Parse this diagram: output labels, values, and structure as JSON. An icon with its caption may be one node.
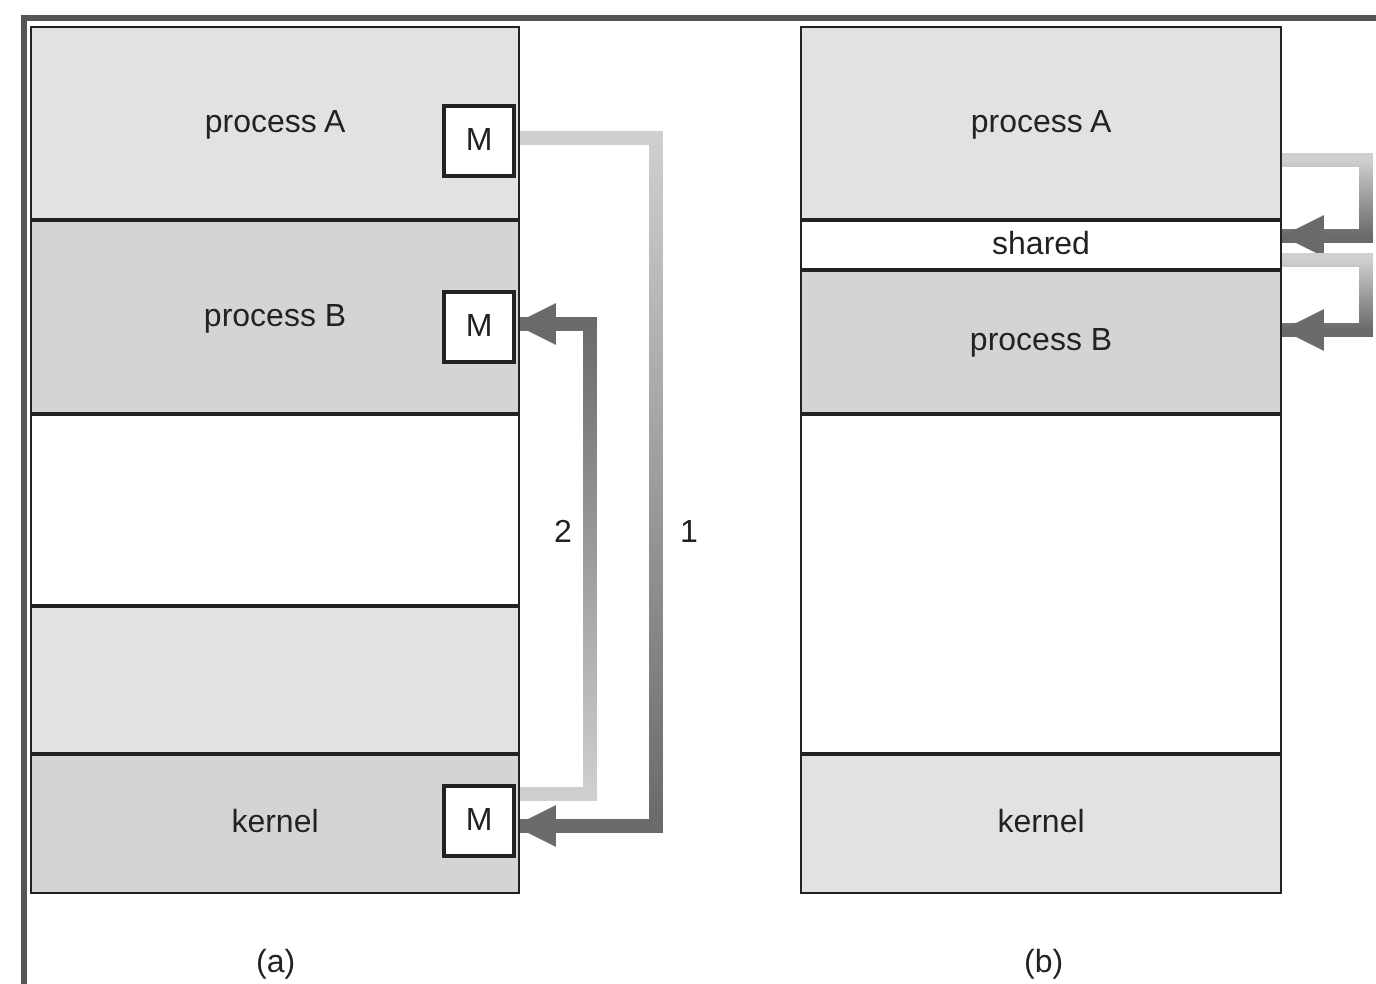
{
  "diagram": {
    "nodes": [
      {
        "text": [
          "process A"
        ]
      },
      {
        "text": [
          "M"
        ],
        "in": 0
      },
      {
        "text": [
          "process B"
        ]
      },
      {
        "text": [
          "M"
        ],
        "in": 2
      },
      {
        "text": [],
        "shape": "box"
      },
      {
        "text": [],
        "shape": "box"
      },
      {
        "text": [
          "kernel"
        ]
      },
      {
        "text": [
          "M"
        ],
        "in": 6
      },
      {
        "text": [
          "process A"
        ]
      },
      {
        "text": [
          "shared"
        ]
      },
      {
        "text": [
          "process B"
        ]
      },
      {
        "text": [],
        "shape": "box"
      },
      {
        "text": [
          "kernel"
        ]
      }
    ],
    "edges": [
      {
        "from": 1,
        "to": 7,
        "label": "1",
        "arrow": "to"
      },
      {
        "from": 7,
        "to": 3,
        "label": "2",
        "arrow": "to"
      },
      {
        "from": 8,
        "to": 9,
        "arrow": "to"
      },
      {
        "from": 9,
        "to": 10,
        "arrow": "to"
      }
    ],
    "labels": [
      "(a)",
      "(b)"
    ]
  }
}
